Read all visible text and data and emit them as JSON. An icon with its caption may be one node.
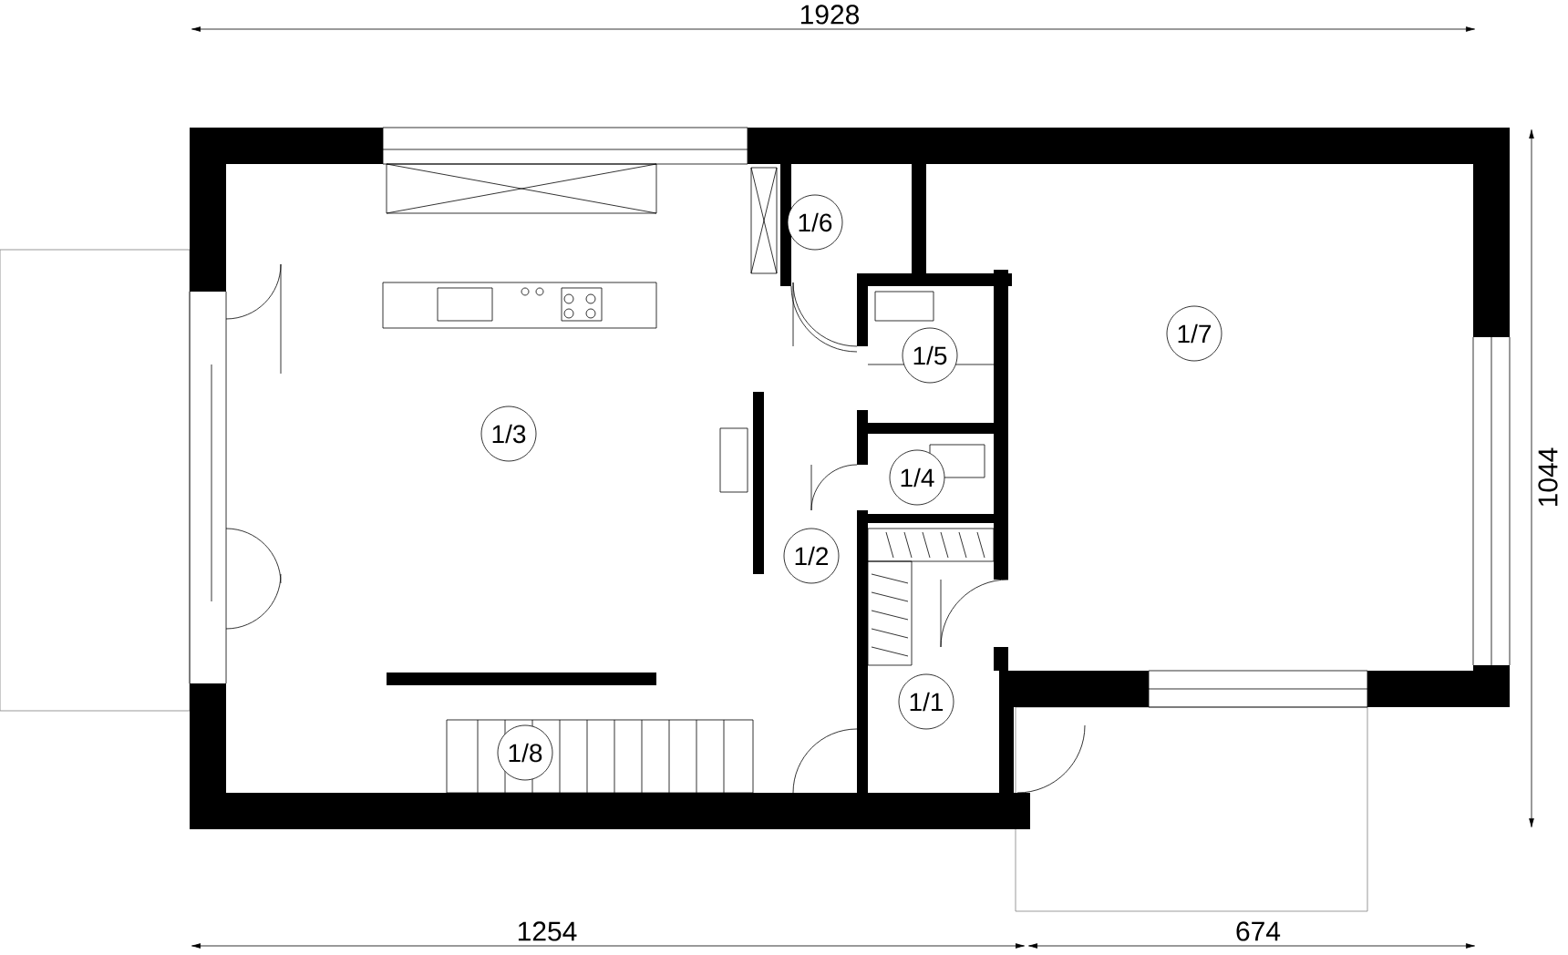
{
  "diagram": {
    "nodes": [
      {
        "text": [
          "1/6"
        ]
      },
      {
        "text": [
          "1/5"
        ]
      },
      {
        "text": [
          "1/7"
        ]
      },
      {
        "text": [
          "1/3"
        ]
      },
      {
        "text": [
          "1/4"
        ]
      },
      {
        "text": [
          "1/2"
        ]
      },
      {
        "text": [
          "1/1"
        ]
      },
      {
        "text": [
          "1/8"
        ]
      }
    ],
    "edges": [],
    "labels": [
      "1928",
      "1044",
      "1254",
      "674"
    ]
  }
}
